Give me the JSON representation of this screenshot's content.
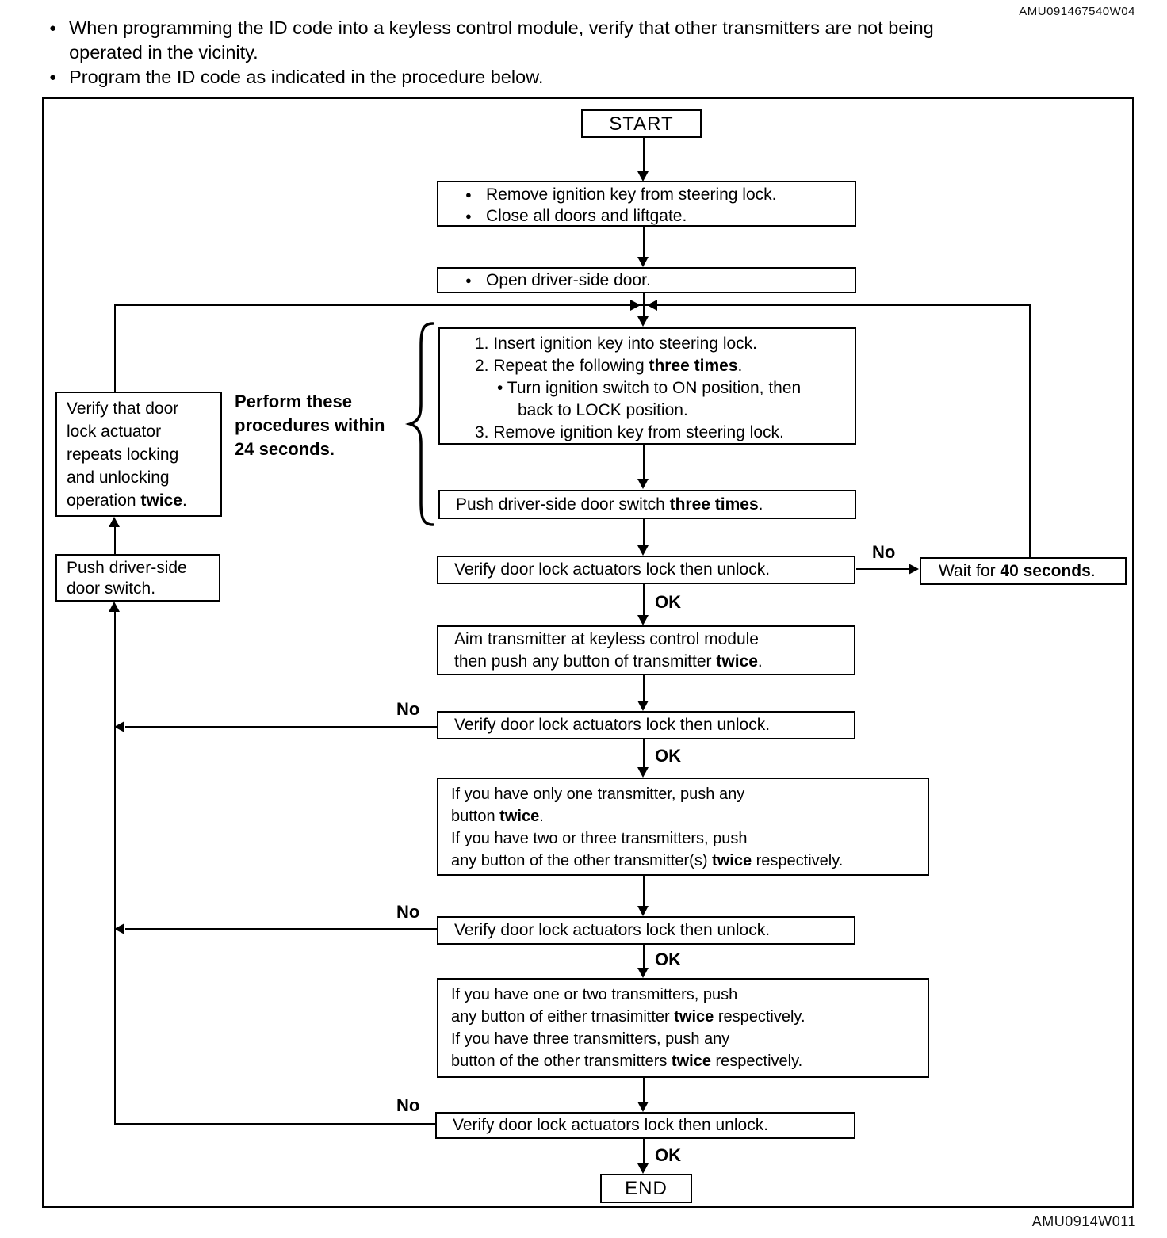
{
  "glyphs": {
    "bullet": "●"
  },
  "codes": {
    "top_right": "AMU091467540W04",
    "bottom_right": "AMU0914W011"
  },
  "intro": {
    "bullets": [
      {
        "lines": [
          "When programming the ID code into a keyless control module, verify that other transmitters are not being",
          "operated in the vicinity."
        ]
      },
      {
        "lines": [
          "Program the ID code as indicated in the procedure below."
        ]
      }
    ]
  },
  "labels": {
    "ok": "OK",
    "no": "No"
  },
  "flow": {
    "start": "START",
    "end": "END",
    "verify_lock_unlock": "Verify door lock actuators lock then unlock.",
    "prepare": {
      "lines": [
        "Remove ignition key from steering lock.",
        "Close all doors and liftgate."
      ]
    },
    "open_door": "Open driver-side door.",
    "procedure": {
      "lines": [
        [
          {
            "t": "1. Insert ignition key into steering lock."
          }
        ],
        [
          {
            "t": "2. Repeat the following "
          },
          {
            "t": "three times",
            "b": true
          },
          {
            "t": "."
          }
        ],
        [
          {
            "t": "•  Turn ignition switch to ON position, then"
          }
        ],
        [
          {
            "t": "back to LOCK position."
          }
        ],
        [
          {
            "t": "3. Remove ignition key from steering lock."
          }
        ]
      ]
    },
    "push_three": [
      {
        "t": "Push driver-side door switch "
      },
      {
        "t": "three times",
        "b": true
      },
      {
        "t": "."
      }
    ],
    "note": {
      "lines": [
        "Perform these",
        "procedures within",
        "24 seconds."
      ]
    },
    "verify_repeat": {
      "lines": [
        [
          {
            "t": "Verify that door"
          }
        ],
        [
          {
            "t": "lock actuator"
          }
        ],
        [
          {
            "t": "repeats locking"
          }
        ],
        [
          {
            "t": "and unlocking"
          }
        ],
        [
          {
            "t": "operation "
          },
          {
            "t": "twice",
            "b": true
          },
          {
            "t": "."
          }
        ]
      ]
    },
    "push_switch": {
      "lines": [
        "Push driver-side",
        "door switch."
      ]
    },
    "wait": [
      {
        "t": "Wait for "
      },
      {
        "t": "40 seconds",
        "b": true
      },
      {
        "t": "."
      }
    ],
    "aim": {
      "lines": [
        [
          {
            "t": "Aim transmitter at keyless control module"
          }
        ],
        [
          {
            "t": "then push any button of transmitter "
          },
          {
            "t": "twice",
            "b": true
          },
          {
            "t": "."
          }
        ]
      ]
    },
    "one_transmitter": {
      "lines": [
        [
          {
            "t": "If you have only one transmitter, push any"
          }
        ],
        [
          {
            "t": "button "
          },
          {
            "t": "twice",
            "b": true
          },
          {
            "t": "."
          }
        ],
        [
          {
            "t": "If you have two or three transmitters, push"
          }
        ],
        [
          {
            "t": "any button of the other transmitter(s) "
          },
          {
            "t": "twice",
            "b": true
          },
          {
            "t": " respectively."
          }
        ]
      ]
    },
    "either_transmitter": {
      "lines": [
        [
          {
            "t": "If you have one or two transmitters, push"
          }
        ],
        [
          {
            "t": "any button of either trnasimitter "
          },
          {
            "t": "twice",
            "b": true
          },
          {
            "t": " respectively."
          }
        ],
        [
          {
            "t": "If you have three transmitters, push any"
          }
        ],
        [
          {
            "t": "button of the other transmitters "
          },
          {
            "t": "twice",
            "b": true
          },
          {
            "t": " respectively."
          }
        ]
      ]
    }
  }
}
